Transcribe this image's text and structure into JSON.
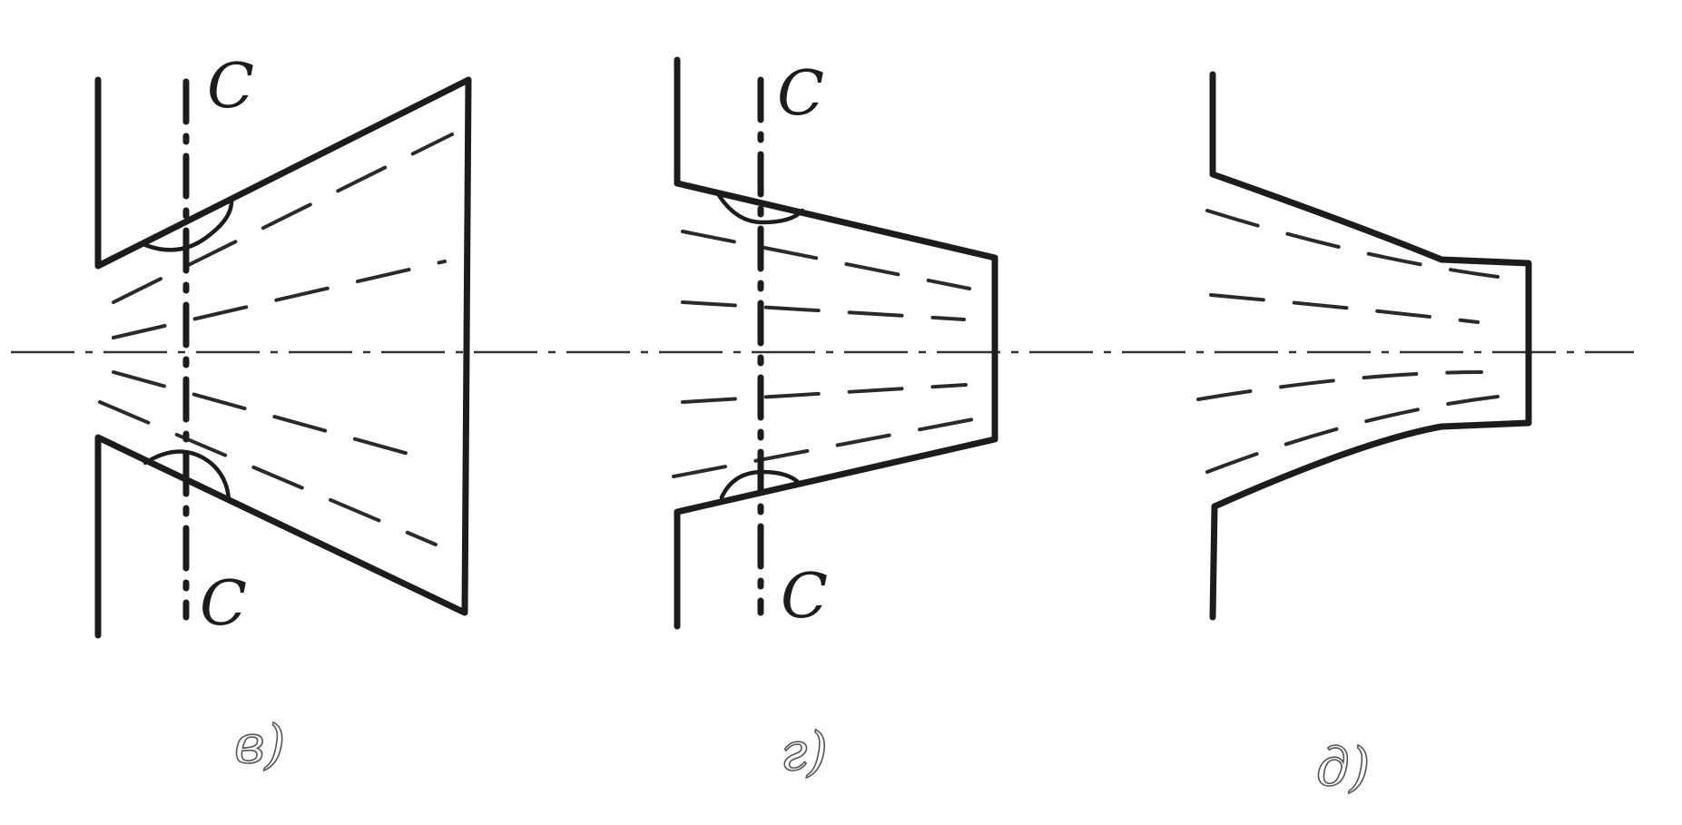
{
  "figures": [
    {
      "id": "fig-v",
      "caption": "в)",
      "section_marks": [
        "C",
        "C"
      ]
    },
    {
      "id": "fig-g",
      "caption": "г)",
      "section_marks": [
        "C",
        "C"
      ]
    },
    {
      "id": "fig-d",
      "caption": "д)",
      "section_marks": []
    }
  ]
}
